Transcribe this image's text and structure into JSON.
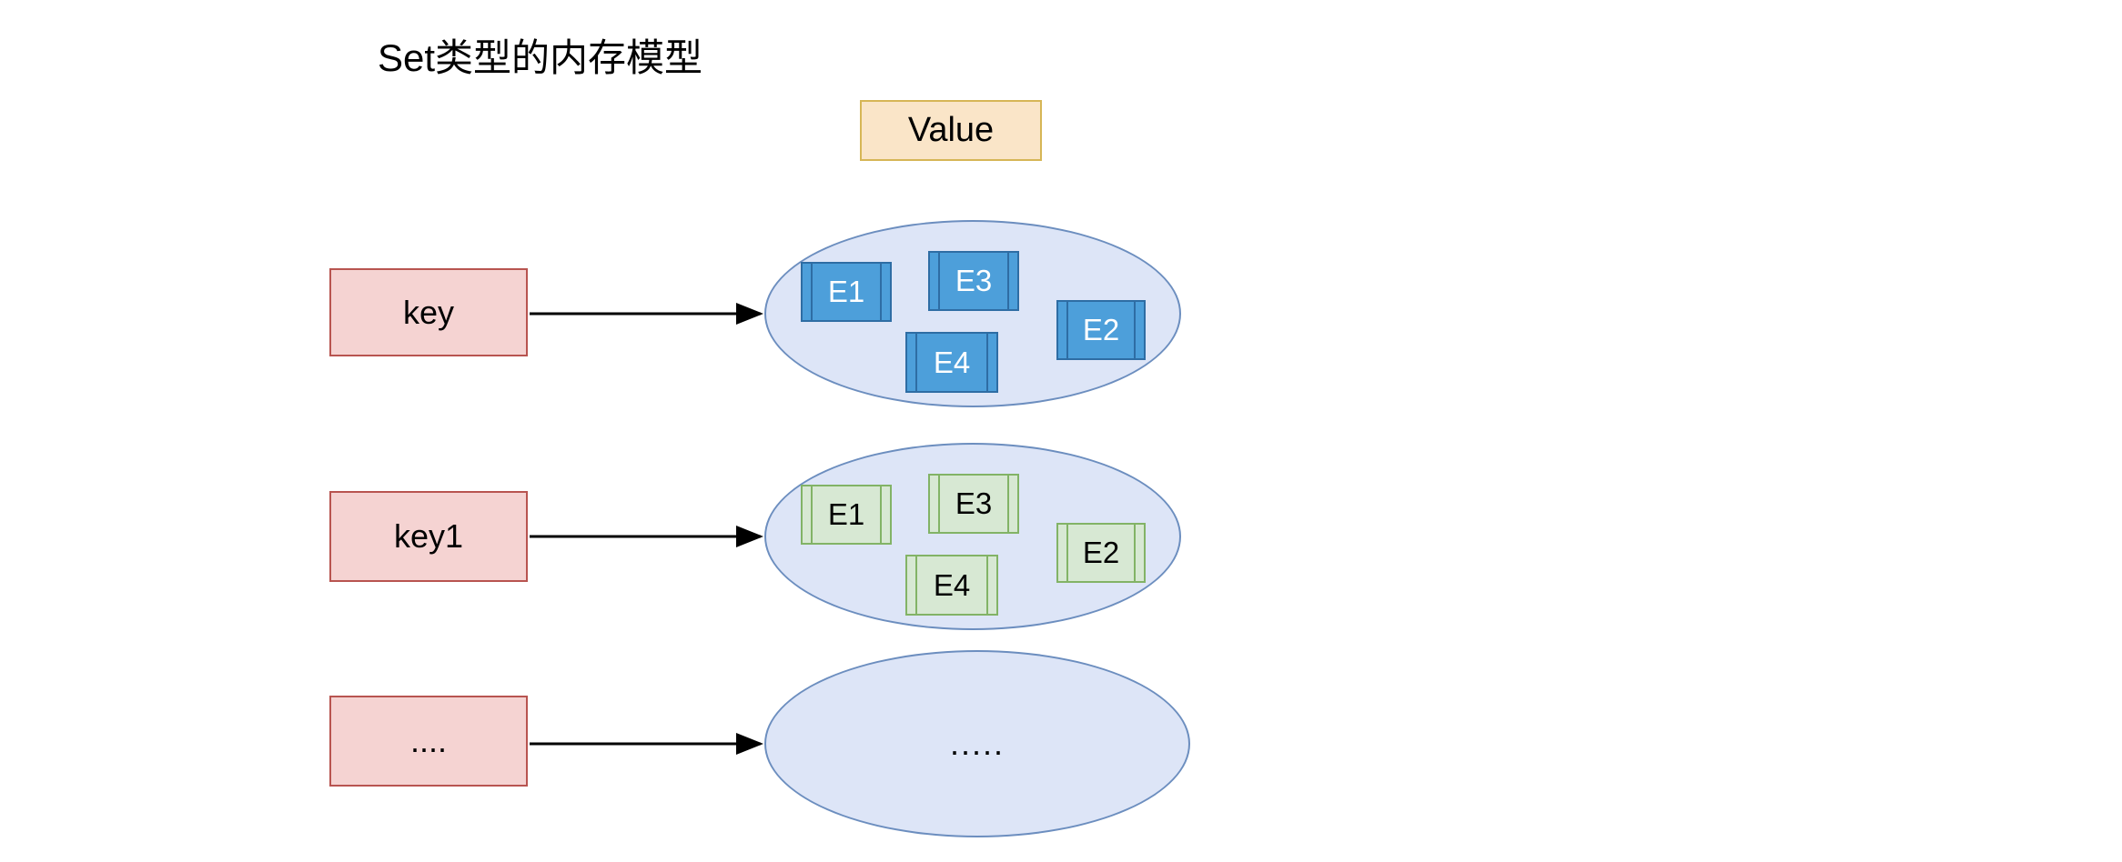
{
  "diagram": {
    "title": "Set类型的内存模型",
    "value_header": {
      "label": "Value",
      "fill": "#fae5c8",
      "stroke": "#d6b656"
    },
    "colors": {
      "key_fill": "#f5d3d2",
      "key_stroke": "#b85450",
      "ellipse_fill": "#dde5f7",
      "ellipse_stroke": "#6c8ebf",
      "element_blue_fill": "#4d9fda",
      "element_blue_stroke": "#2e6da4",
      "element_blue_text": "#ffffff",
      "element_green_fill": "#d7e8d3",
      "element_green_stroke": "#82b366",
      "element_green_text": "#000000",
      "arrow": "#000000",
      "background": "#ffffff"
    },
    "rows": [
      {
        "key_label": "key",
        "element_style": "blue",
        "elements": [
          {
            "label": "E1"
          },
          {
            "label": "E3"
          },
          {
            "label": "E2"
          },
          {
            "label": "E4"
          }
        ],
        "ellipse_text": ""
      },
      {
        "key_label": "key1",
        "element_style": "green",
        "elements": [
          {
            "label": "E1"
          },
          {
            "label": "E3"
          },
          {
            "label": "E2"
          },
          {
            "label": "E4"
          }
        ],
        "ellipse_text": ""
      },
      {
        "key_label": "....",
        "element_style": "none",
        "elements": [],
        "ellipse_text": "....."
      }
    ]
  }
}
